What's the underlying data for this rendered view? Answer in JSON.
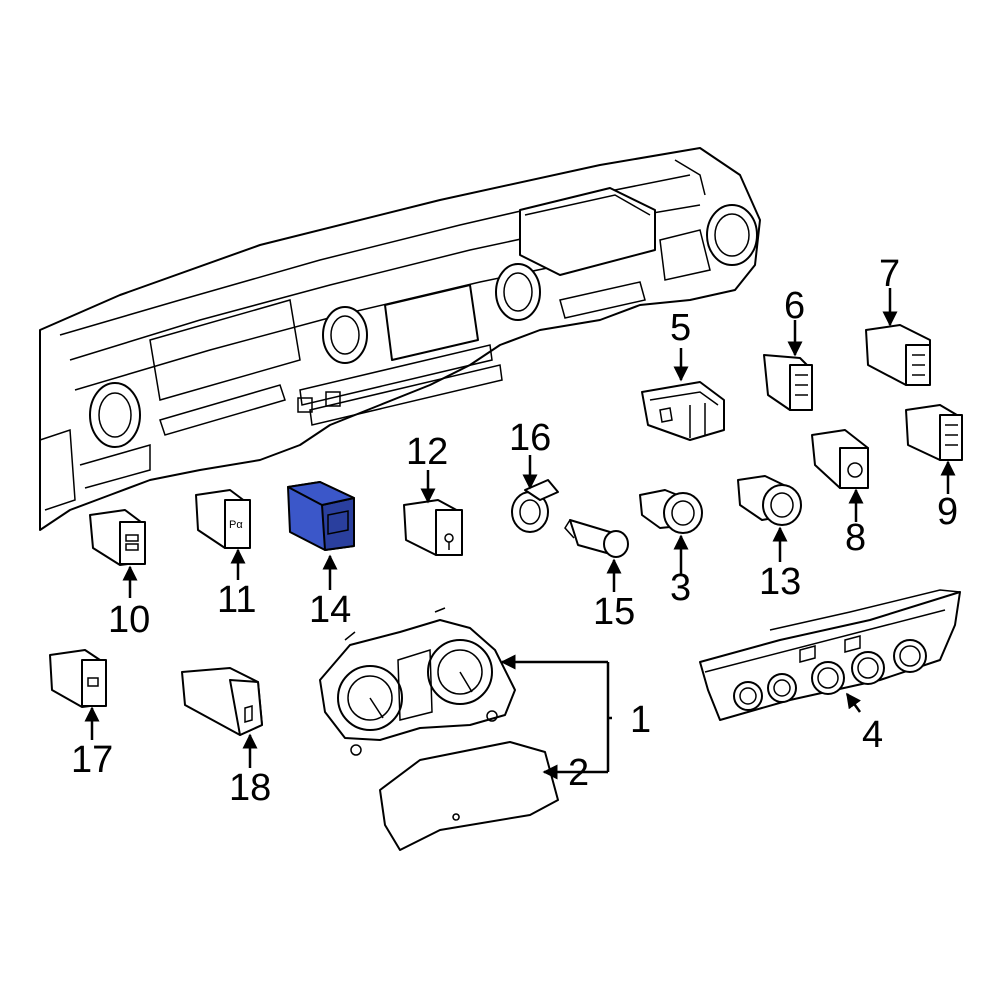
{
  "diagram": {
    "highlight_color": "#3b57c9",
    "callouts": [
      {
        "id": "1",
        "label": "1"
      },
      {
        "id": "2",
        "label": "2"
      },
      {
        "id": "3",
        "label": "3"
      },
      {
        "id": "4",
        "label": "4"
      },
      {
        "id": "5",
        "label": "5"
      },
      {
        "id": "6",
        "label": "6"
      },
      {
        "id": "7",
        "label": "7"
      },
      {
        "id": "8",
        "label": "8"
      },
      {
        "id": "9",
        "label": "9"
      },
      {
        "id": "10",
        "label": "10"
      },
      {
        "id": "11",
        "label": "11"
      },
      {
        "id": "12",
        "label": "12"
      },
      {
        "id": "13",
        "label": "13"
      },
      {
        "id": "14",
        "label": "14",
        "highlighted": true
      },
      {
        "id": "15",
        "label": "15"
      },
      {
        "id": "16",
        "label": "16"
      },
      {
        "id": "17",
        "label": "17"
      },
      {
        "id": "18",
        "label": "18"
      }
    ]
  }
}
